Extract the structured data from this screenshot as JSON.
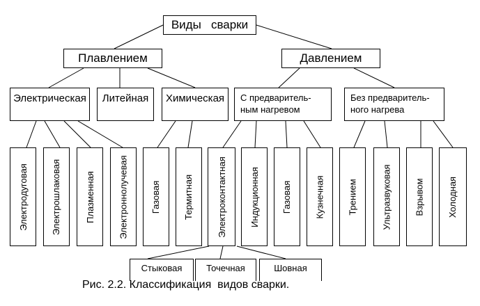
{
  "root": "Виды   сварки",
  "groups": {
    "melting": "Плавлением",
    "pressure": "Давлением"
  },
  "subgroups": {
    "electric": "Электрическая",
    "casting": "Литейная",
    "chemical": "Химическая",
    "preheat_line1": "С предваритель-",
    "preheat_line2": "ным нагревом",
    "nopreheat_line1": "Без предваритель-",
    "nopreheat_line2": "ного нагрева"
  },
  "methods": [
    "Электродуговая",
    "Электрошлаковая",
    "Плазменная",
    "Электроннолучевая",
    "Газовая",
    "Термитная",
    "Электроконтактная",
    "Индукционная",
    "Газовая",
    "Кузнечная",
    "Трением",
    "Ультразвуковая",
    "Взрывом",
    "Холодная"
  ],
  "contact_types": [
    "Стыковая",
    "Точечная",
    "Шовная"
  ],
  "caption": "Рис. 2.2. Классификация  видов сварки."
}
